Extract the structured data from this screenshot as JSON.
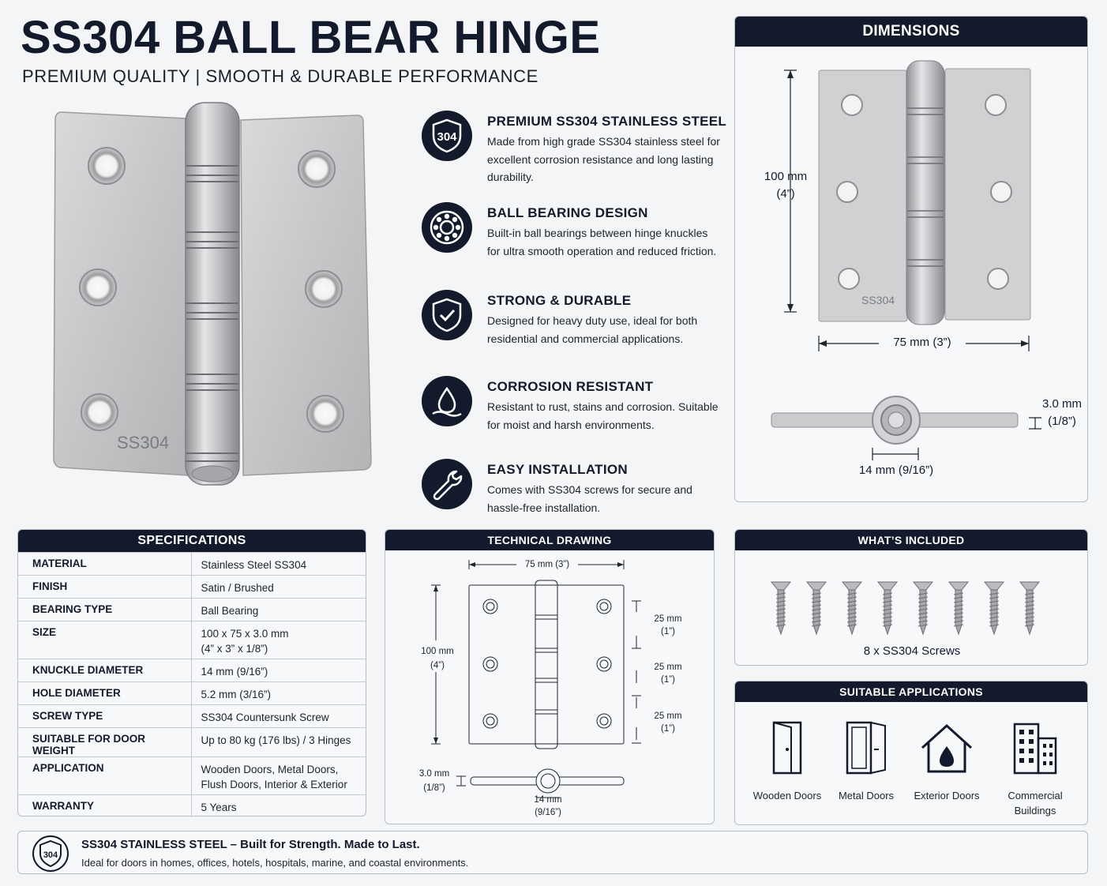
{
  "header": {
    "title": "SS304 BALL BEAR HINGE",
    "subtitle": "PREMIUM QUALITY | SMOOTH & DURABLE PERFORMANCE"
  },
  "hinge": {
    "stamp": "SS304"
  },
  "features": [
    {
      "icon": "shield-304-icon",
      "badge": "304",
      "title": "PREMIUM SS304 STAINLESS STEEL",
      "desc": "Made from high grade SS304 stainless steel for excellent corrosion resistance and long lasting durability."
    },
    {
      "icon": "ball-bearing-icon",
      "title": "BALL BEARING DESIGN",
      "desc": "Built-in ball bearings between hinge knuckles for ultra smooth operation and reduced friction."
    },
    {
      "icon": "shield-check-icon",
      "title": "STRONG & DURABLE",
      "desc": "Designed for heavy duty use, ideal for both residential and commercial applications."
    },
    {
      "icon": "water-drop-icon",
      "title": "CORROSION RESISTANT",
      "desc": "Resistant to rust, stains and corrosion. Suitable for moist and harsh environments."
    },
    {
      "icon": "wrench-icon",
      "title": "EASY INSTALLATION",
      "desc": "Comes with SS304 screws for secure and hassle-free installation."
    }
  ],
  "dimensions": {
    "title": "DIMENSIONS",
    "height_mm": "100 mm",
    "height_in": "(4”)",
    "width": "75 mm  (3”)",
    "thickness_mm": "3.0 mm",
    "thickness_in": "(1/8”)",
    "knuckle": "14 mm (9/16”)",
    "stamp": "SS304"
  },
  "specs": {
    "title": "SPECIFICATIONS",
    "rows": [
      {
        "k": "MATERIAL",
        "v": "Stainless Steel SS304",
        "v2": ""
      },
      {
        "k": "FINISH",
        "v": "Satin / Brushed",
        "v2": ""
      },
      {
        "k": "BEARING TYPE",
        "v": "Ball Bearing",
        "v2": ""
      },
      {
        "k": "SIZE",
        "v": "100 x 75 x 3.0 mm",
        "v2": "(4” x 3” x 1/8”)"
      },
      {
        "k": "KNUCKLE DIAMETER",
        "v": "14 mm (9/16”)",
        "v2": ""
      },
      {
        "k": "HOLE DIAMETER",
        "v": "5.2 mm (3/16”)",
        "v2": ""
      },
      {
        "k": "SCREW TYPE",
        "v": "SS304 Countersunk Screw",
        "v2": ""
      },
      {
        "k": "SUITABLE FOR DOOR WEIGHT",
        "v": "Up to 80 kg (176 lbs) / 3 Hinges",
        "v2": ""
      },
      {
        "k": "APPLICATION",
        "v": "Wooden Doors, Metal Doors,",
        "v2": "Flush Doors, Interior & Exterior"
      },
      {
        "k": "WARRANTY",
        "v": "5 Years",
        "v2": ""
      }
    ]
  },
  "technical": {
    "title": "TECHNICAL DRAWING",
    "width": "75 mm (3”)",
    "height_mm": "100 mm",
    "height_in": "(4”)",
    "pitch_mm": "25 mm",
    "pitch_in": "(1”)",
    "thickness_mm": "3.0 mm",
    "thickness_in": "(1/8”)",
    "knuckle_mm": "14 mm",
    "knuckle_in": "(9/16”)"
  },
  "included": {
    "title": "WHAT’S INCLUDED",
    "label": "8 x SS304 Screws",
    "count": 8
  },
  "applications": {
    "title": "SUITABLE APPLICATIONS",
    "items": [
      {
        "icon": "wooden-door-icon",
        "l1": "Wooden Doors",
        "l2": ""
      },
      {
        "icon": "metal-door-icon",
        "l1": "Metal Doors",
        "l2": ""
      },
      {
        "icon": "exterior-house-icon",
        "l1": "Exterior Doors",
        "l2": ""
      },
      {
        "icon": "commercial-building-icon",
        "l1": "Commercial",
        "l2": "Buildings"
      }
    ]
  },
  "footer": {
    "badge": "304",
    "title": "SS304 STAINLESS STEEL – Built for Strength. Made to Last.",
    "desc": "Ideal for doors in homes, offices, hotels, hospitals, marine, and coastal environments."
  },
  "colors": {
    "navy": "#121a2b",
    "steel": "#c9cbcd"
  }
}
